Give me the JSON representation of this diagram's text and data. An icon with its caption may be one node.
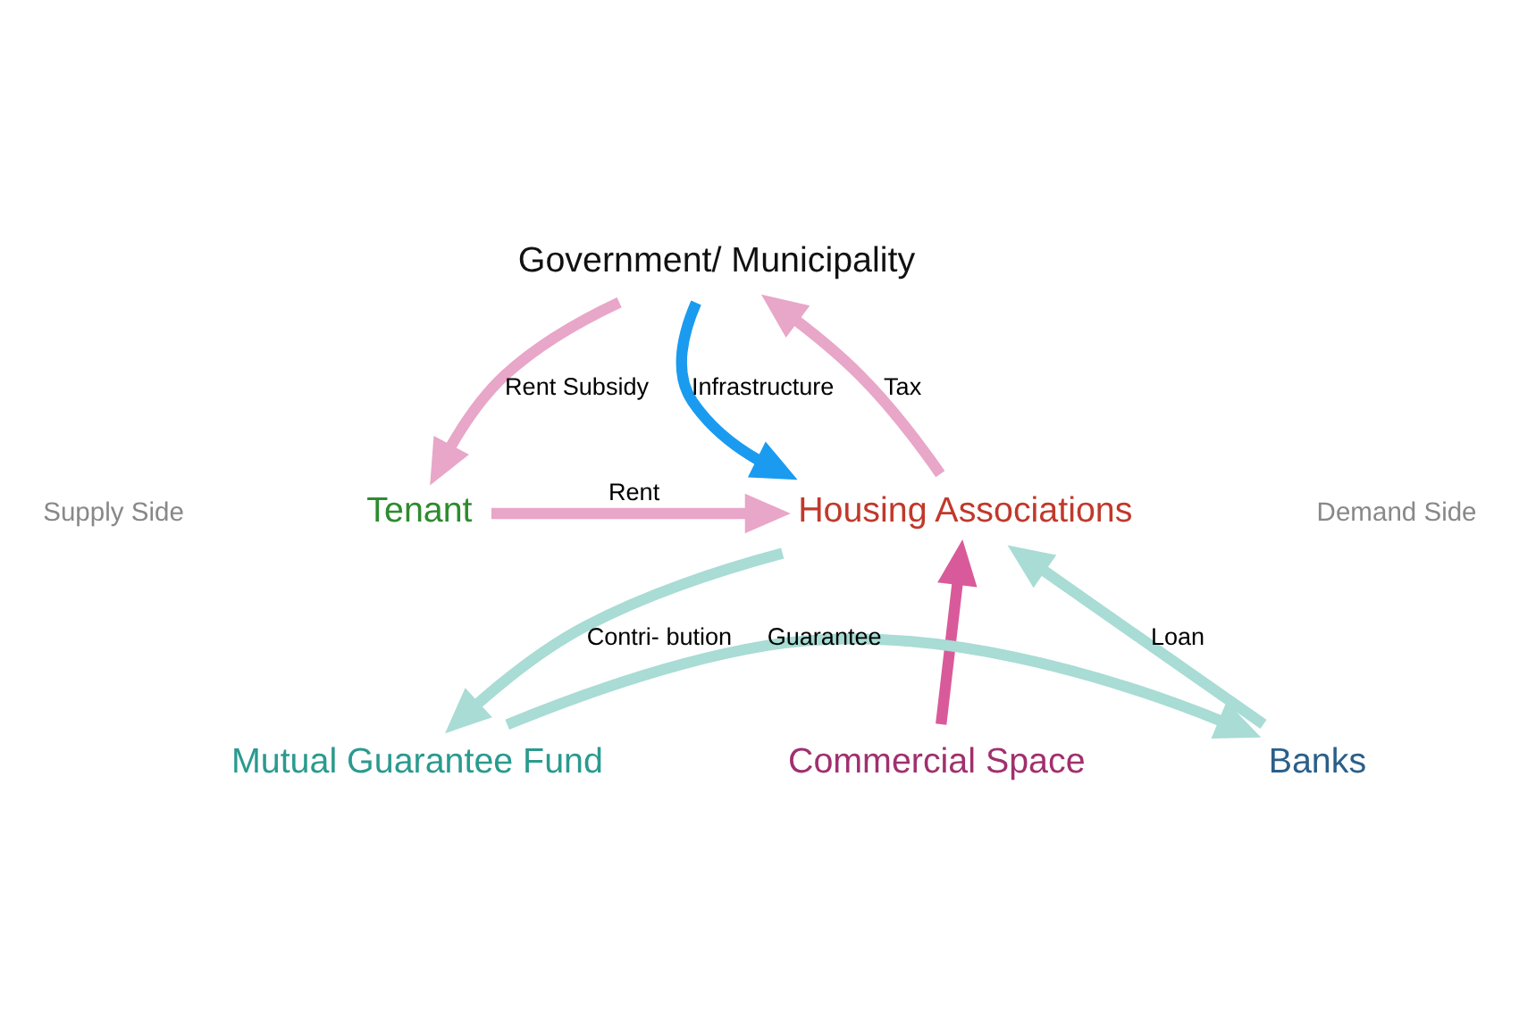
{
  "diagram": {
    "nodes": [
      {
        "text": [
          "Government/ Municipality"
        ]
      },
      {
        "text": [
          "Housing Associations"
        ]
      },
      {
        "text": [
          "Tenant"
        ]
      },
      {
        "text": [
          "Commercial Space"
        ]
      },
      {
        "text": [
          "Banks"
        ]
      },
      {
        "text": [
          "Mutual Guarantee Fund"
        ]
      }
    ],
    "edges": [
      {
        "from": 0,
        "to": 1,
        "arrow": "to",
        "label": "Infrastructure",
        "color": "#1a9bf0"
      },
      {
        "from": 1,
        "to": 0,
        "arrow": "to",
        "label": "Tax"
      },
      {
        "from": 0,
        "to": 2,
        "arrow": "to",
        "label": "Rent Subsidy"
      },
      {
        "from": 2,
        "to": 1,
        "arrow": "to",
        "label": "Rent"
      },
      {
        "from": 3,
        "to": 1,
        "arrow": "to",
        "color": "#d95a9a"
      },
      {
        "from": 4,
        "to": 1,
        "arrow": "to",
        "label": "Loan",
        "color": "#a8dcd5"
      },
      {
        "from": 1,
        "to": 5,
        "arrow": "to",
        "label": "Contri- bution",
        "color": "#a8dcd5"
      },
      {
        "from": 5,
        "to": 4,
        "arrow": "to",
        "label": "Guarantee",
        "color": "#a8dcd5"
      }
    ],
    "labels": [
      "Supply Side",
      "Demand Side"
    ]
  }
}
